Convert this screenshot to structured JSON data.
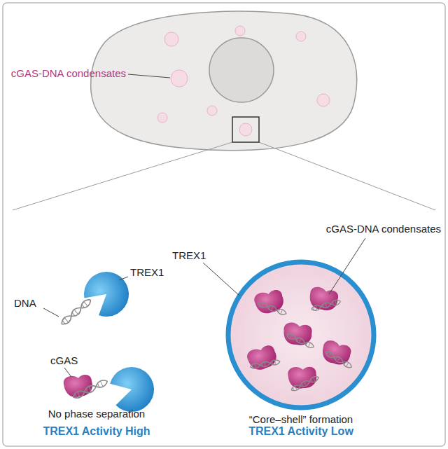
{
  "diagram": {
    "labels": [
      "cGAS-DNA condensates",
      "TREX1",
      "DNA",
      "cGAS",
      "No phase separation",
      "TREX1 Activity High",
      "TREX1",
      "cGAS-DNA condensates",
      "“Core–shell” formation",
      "TREX1 Activity Low"
    ]
  }
}
